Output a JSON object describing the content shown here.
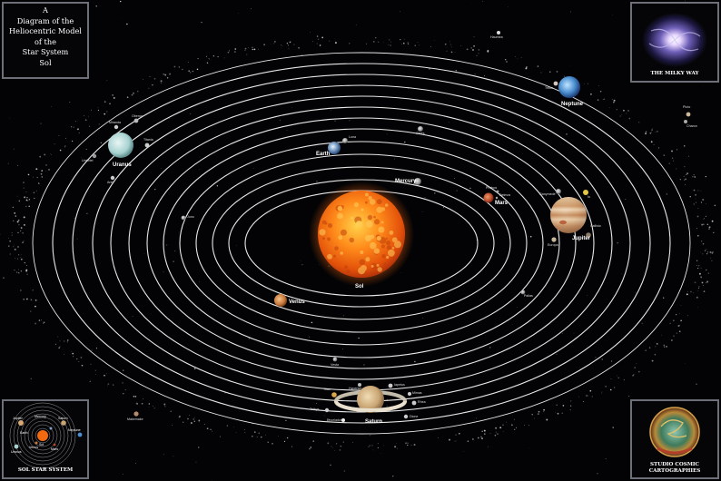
{
  "title_lines": [
    "A",
    "Diagram of the",
    "Heliocentric Model",
    "of the",
    "Star System",
    "Sol"
  ],
  "milky_way_caption": "THE MILKY WAY",
  "sol_system_caption": "SOL STAR SYSTEM",
  "studio_caption_line1": "STUDIO COSMIC",
  "studio_caption_line2": "CARTOGRAPHIES",
  "planets": {
    "sol": "Sol",
    "mercury": "Mercury",
    "venus": "Venus",
    "earth": "Earth",
    "luna": "Luna",
    "mars": "Mars",
    "phobos": "Phobos",
    "deimos": "Deimos",
    "ceres": "Ceres",
    "juno": "Juno",
    "pallas": "Pallas",
    "vesta": "Vesta",
    "jupiter": "Jupiter",
    "ganymede": "Ganymede",
    "io": "Io",
    "europa": "Europa",
    "callisto": "Callisto",
    "saturn": "Saturn",
    "titan": "Titan",
    "hyperion": "Hyperion",
    "iapetus": "Iapetus",
    "mimas": "Mimas",
    "rhea": "Rhea",
    "tethys": "Tethys",
    "enceladus": "Enceladus",
    "dione": "Dione",
    "uranus": "Uranus",
    "miranda": "Miranda",
    "oberon": "Oberon",
    "titania": "Titania",
    "umbriel": "Umbriel",
    "ariel": "Ariel",
    "neptune": "Neptune",
    "triton": "Triton",
    "pluto": "Pluto",
    "charon": "Charon",
    "haumea": "Haumea",
    "makemake": "Makemake"
  },
  "mini_map": {
    "sol": "Sol",
    "jupiter": "Jupiter",
    "mercury": "Mercury",
    "saturn": "Saturn",
    "earth": "Earth",
    "neptune": "Neptune",
    "uranus": "Uranus",
    "mars": "Mars",
    "venus": "Venus"
  },
  "colors": {
    "background": "#030305",
    "orbit": "#e8e8e8",
    "sun": "#f26a10",
    "frame_border": "#6d7078"
  }
}
